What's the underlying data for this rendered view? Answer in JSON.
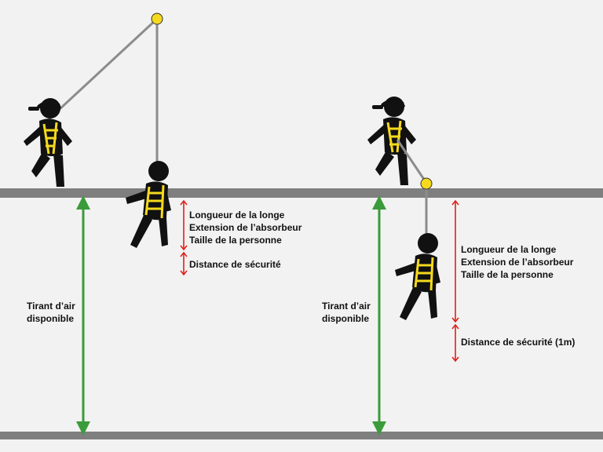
{
  "left_scenario": {
    "clearance_label": [
      "Tirant d’air",
      "disponible"
    ],
    "fall_components": [
      "Longueur de la longe",
      "Extension de l’absorbeur",
      "Taille de la personne"
    ],
    "safety_label": "Distance de sécurité"
  },
  "right_scenario": {
    "clearance_label": [
      "Tirant d’air",
      "disponible"
    ],
    "fall_components": [
      "Longueur de la longe",
      "Extension de l’absorbeur",
      "Taille de la personne"
    ],
    "safety_label": "Distance de sécurité (1m)"
  },
  "colors": {
    "background": "#f2f2f2",
    "floor": "#7f7f7f",
    "clearance_arrow": "#3a9b3a",
    "measure_arrow": "#e0201b",
    "anchor": "#f5d91d",
    "harness": "#f5d91d",
    "figure": "#111111",
    "lanyard": "#8c8c8c"
  }
}
